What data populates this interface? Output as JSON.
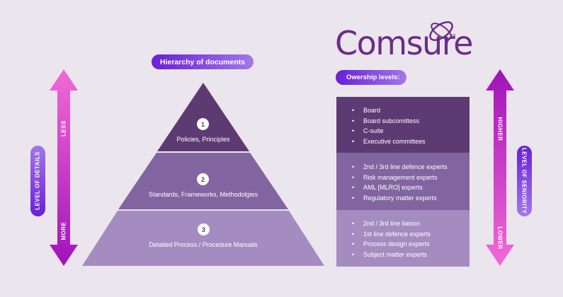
{
  "brand": {
    "name": "Comsure",
    "trademark": "TM",
    "color": "#6b2c86"
  },
  "hierarchy": {
    "title": "Hierarchy of documents",
    "tiers": [
      {
        "number": "1",
        "label": "Policies, Principles",
        "color": "#5e3a73"
      },
      {
        "number": "2",
        "label": "Standards, Frameworks, Methodolgies",
        "color": "#8265a0"
      },
      {
        "number": "3",
        "label": "Detailed Process / Procedure Manuals",
        "color": "#a48cc1"
      }
    ]
  },
  "left_axis": {
    "label": "LEVEL OF DETAILS",
    "top": "LESS",
    "bottom": "MORE"
  },
  "right_axis": {
    "label": "LEVEL OF SENIORITY",
    "top": "HIGHER",
    "bottom": "LOWER"
  },
  "ownership": {
    "title": "Owership levels:",
    "groups": [
      {
        "color": "#5e3a73",
        "items": [
          "Board",
          "Board subcomittess",
          "C-suite",
          "Executive committees"
        ]
      },
      {
        "color": "#8265a0",
        "items": [
          "2nd / 3rd line defence experts",
          "Risk management experts",
          "AML [MLRO] experts",
          "Regulatory matter experts"
        ]
      },
      {
        "color": "#a48cc1",
        "items": [
          "2nd / 3rd line liaison",
          "1st line defence experts",
          "Process design experts",
          "Subject matter experts"
        ]
      }
    ]
  },
  "colors": {
    "arrow_top": "#f26ad6",
    "arrow_bottom": "#a013b8",
    "pill_start": "#6a1fd6",
    "pill_end": "#a277e8"
  }
}
